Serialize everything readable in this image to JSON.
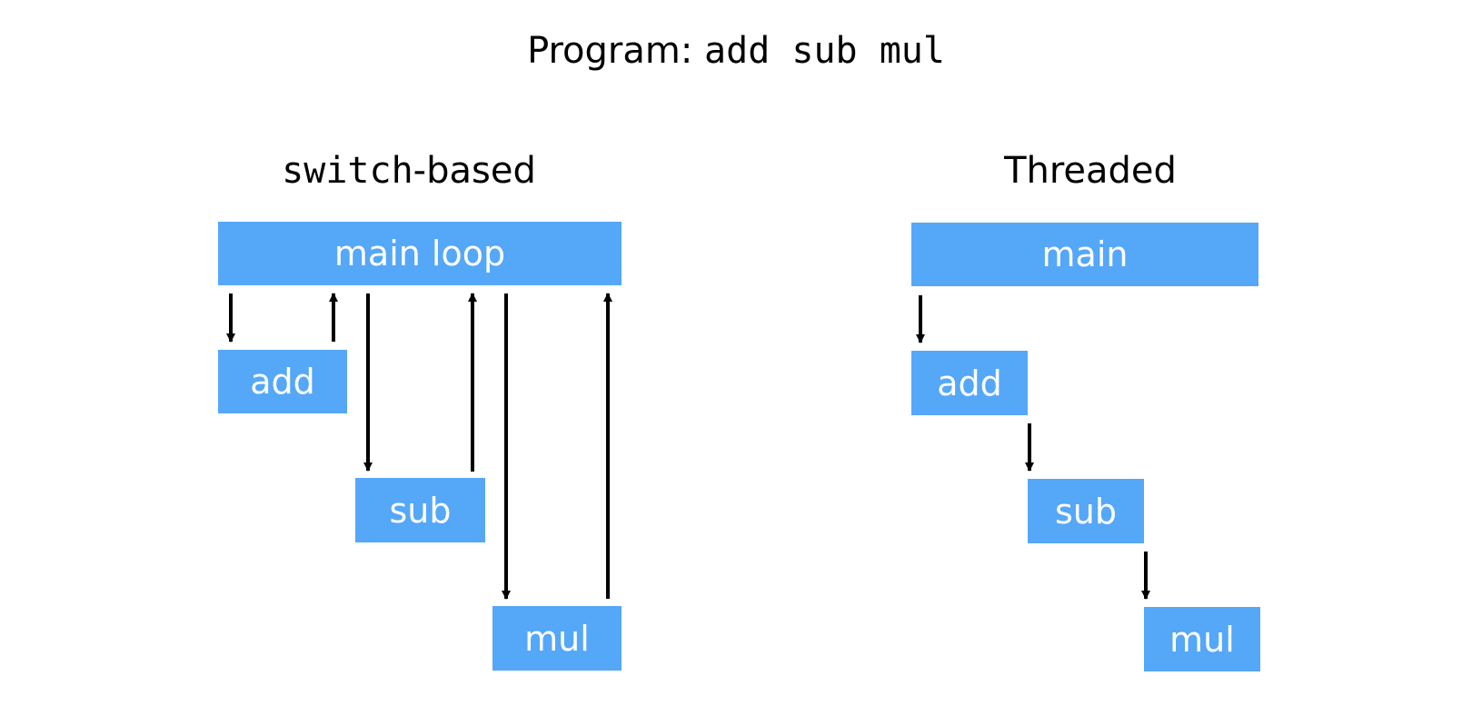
{
  "title": {
    "prefix": "Program:",
    "code": "add sub mul"
  },
  "left": {
    "heading_code": "switch",
    "heading_rest": "-based",
    "main_label": "main loop",
    "ops": [
      "add",
      "sub",
      "mul"
    ]
  },
  "right": {
    "heading": "Threaded",
    "main_label": "main",
    "ops": [
      "add",
      "sub",
      "mul"
    ]
  },
  "colors": {
    "box": "#55a7f8",
    "box_text": "#ffffff",
    "arrow": "#000000"
  }
}
